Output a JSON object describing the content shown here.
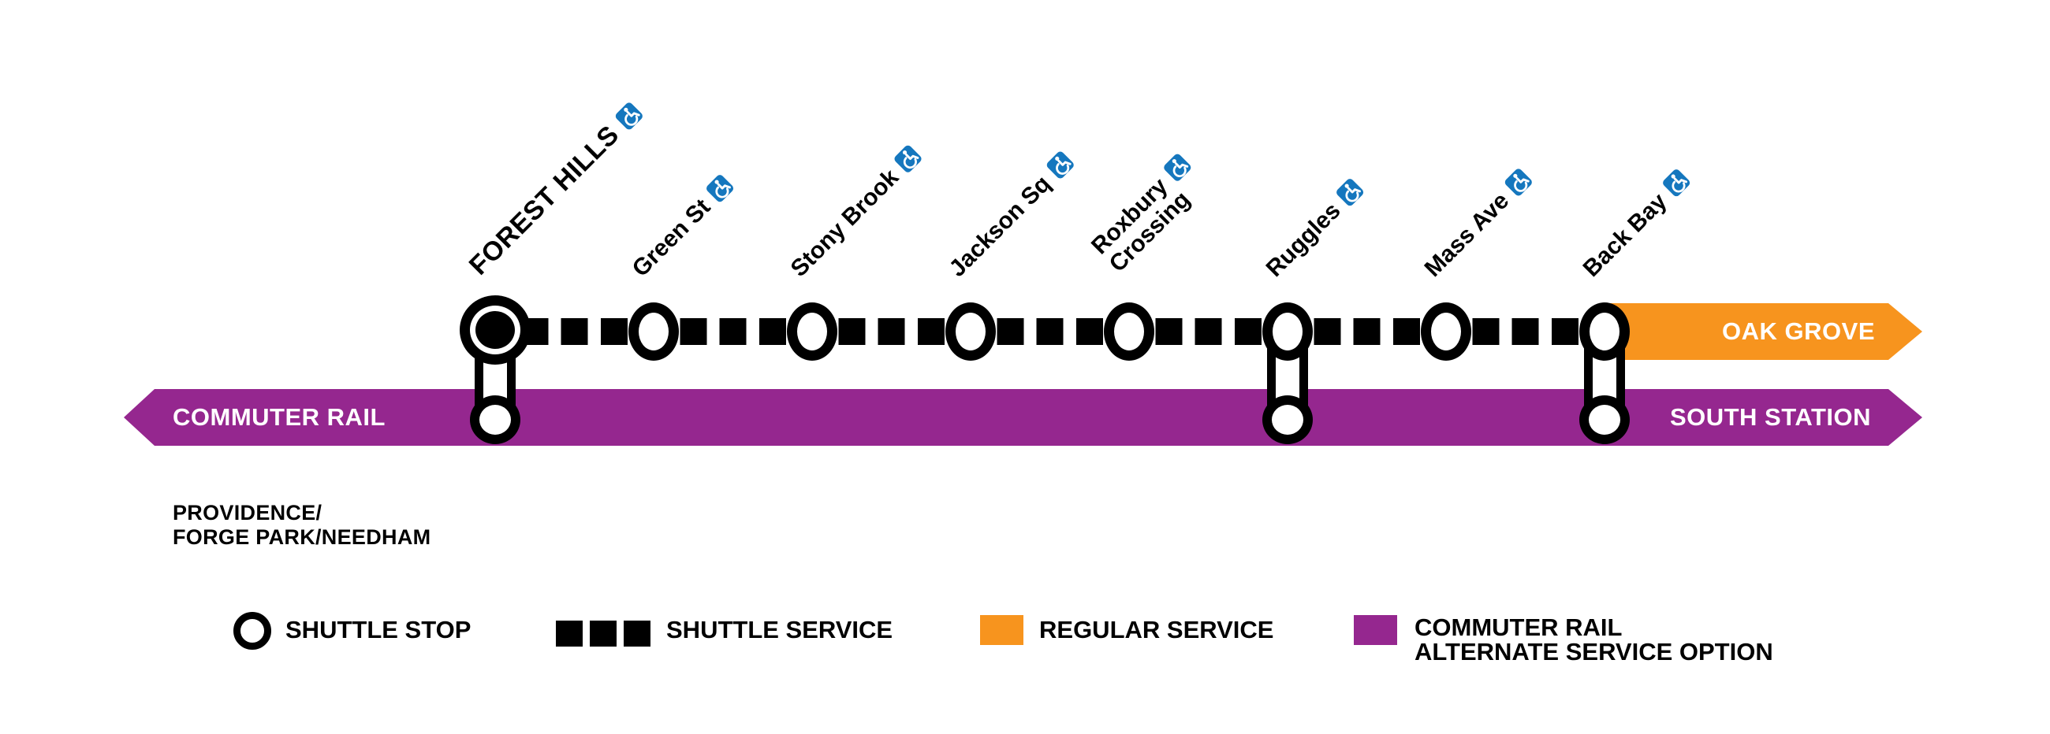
{
  "colors": {
    "purple": "#95278F",
    "orange": "#F7941E",
    "accessible_blue": "#1577BE",
    "line_black": "#000000"
  },
  "diagram": {
    "stations": [
      {
        "name": "FOREST HILLS",
        "terminal": true,
        "connector": true,
        "accessible": true
      },
      {
        "name": "Green St",
        "accessible": true
      },
      {
        "name": "Stony Brook",
        "accessible": true
      },
      {
        "name": "Jackson Sq",
        "accessible": true
      },
      {
        "name": "Roxbury Crossing",
        "lines": [
          "Roxbury",
          "Crossing"
        ],
        "accessible": true
      },
      {
        "name": "Ruggles",
        "connector": true,
        "accessible": true
      },
      {
        "name": "Mass Ave",
        "accessible": true
      },
      {
        "name": "Back Bay",
        "connector": true,
        "accessible": true
      }
    ],
    "orange_arrow_label": "OAK GROVE",
    "purple_arrow_left_label": "COMMUTER RAIL",
    "purple_arrow_right_label": "SOUTH STATION",
    "commuter_rail_caption": "PROVIDENCE/\nFORGE PARK/NEEDHAM"
  },
  "legend": {
    "shuttle_stop_label": "SHUTTLE STOP",
    "shuttle_service_label": "SHUTTLE SERVICE",
    "regular_service_label": "REGULAR SERVICE",
    "commuter_rail_label": "COMMUTER RAIL\nALTERNATE SERVICE OPTION"
  }
}
